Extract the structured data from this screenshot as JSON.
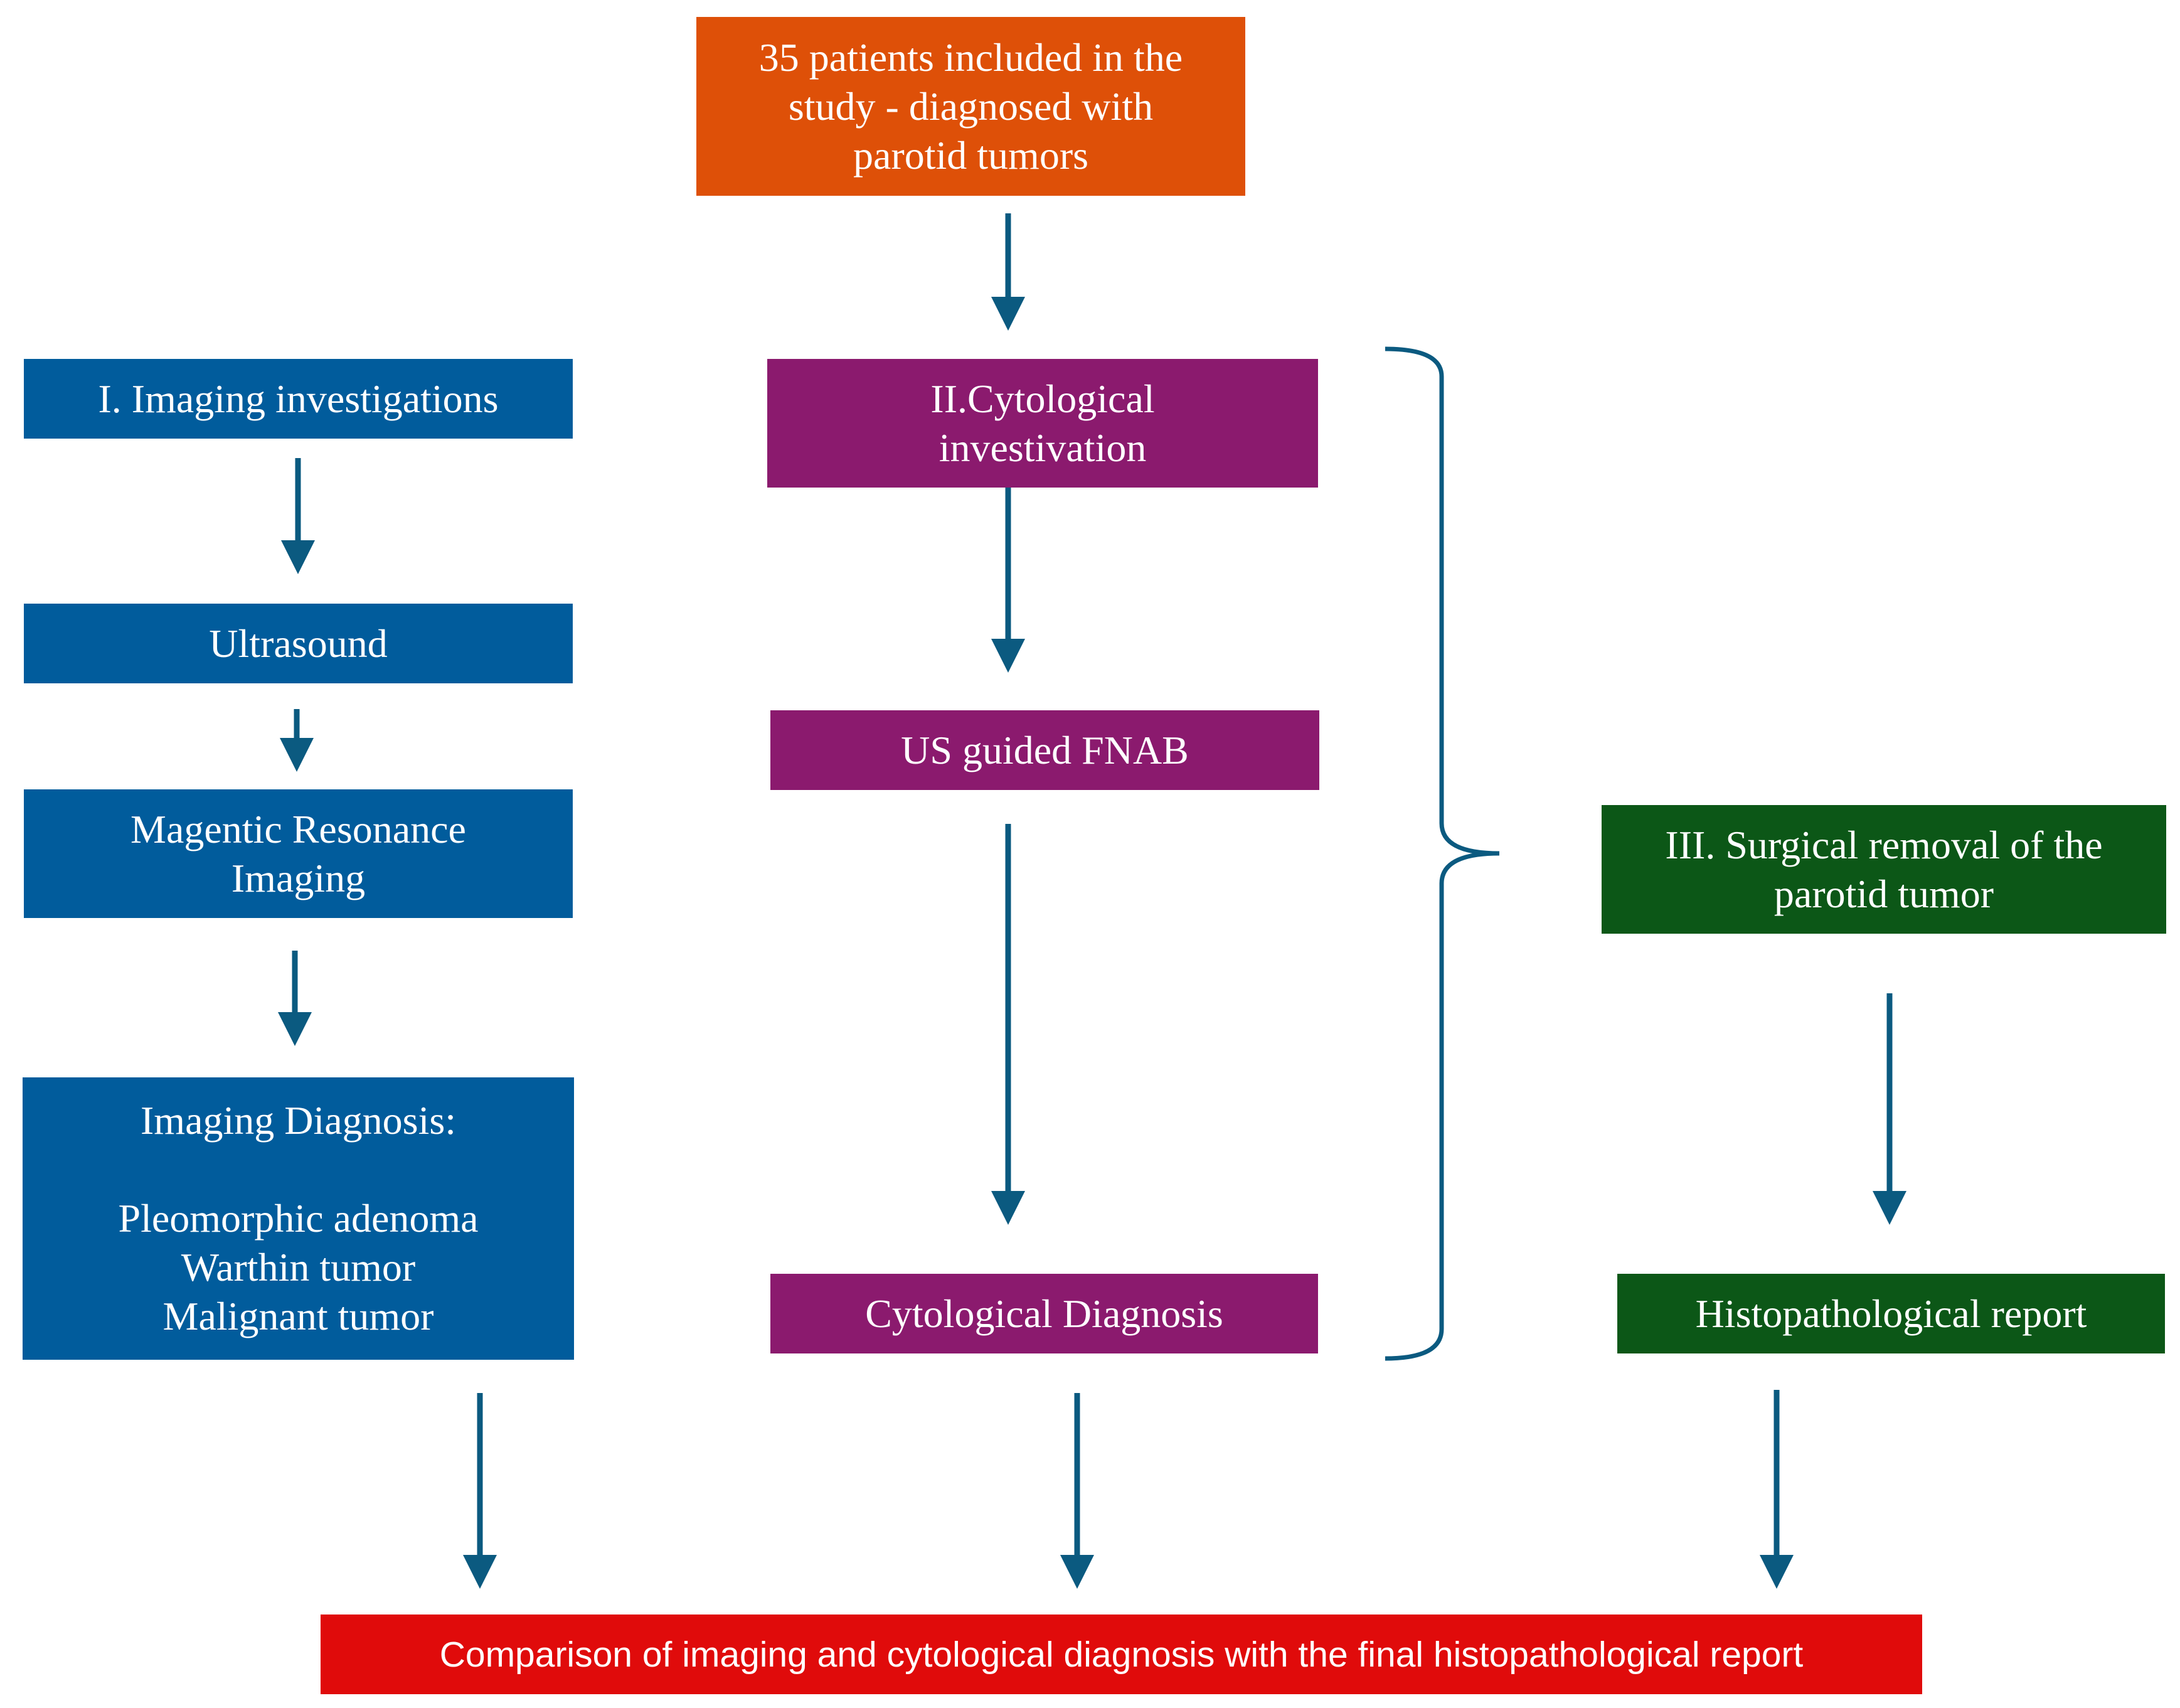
{
  "colors": {
    "imaging": "#015c9c",
    "cytology": "#8b1a6e",
    "surgery": "#0c5717",
    "start": "#de5008",
    "comparison": "#e00b0b",
    "arrow": "#0b5a80"
  },
  "start": {
    "text": "35 patients included in the\nstudy - diagnosed with\nparotid tumors"
  },
  "imaging": {
    "title": "I. Imaging investigations",
    "ultrasound": "Ultrasound",
    "mri": "Magentic Resonance\nImaging",
    "diagnosis": "Imaging Diagnosis:\n\nPleomorphic adenoma\nWarthin tumor\nMalignant tumor"
  },
  "cytology": {
    "title": "II.Cytological\ninvestivation",
    "fnab": "US guided FNAB",
    "diagnosis": "Cytological Diagnosis"
  },
  "surgery": {
    "title": "III. Surgical removal of the\nparotid tumor",
    "report": "Histopathological report"
  },
  "comparison": {
    "text": "Comparison of imaging and cytological diagnosis with the final histopathological report"
  }
}
